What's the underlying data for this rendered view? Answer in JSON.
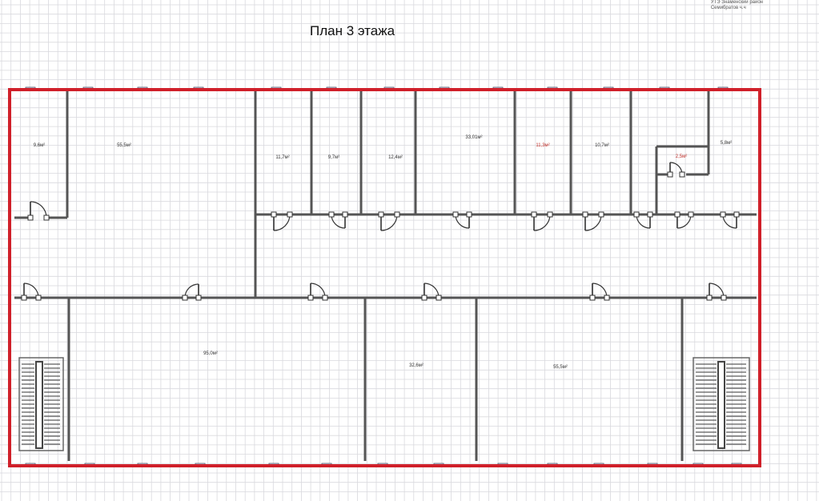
{
  "header": {
    "title": "План 3 этажа",
    "corner_line1": "УТЭ Знаменский район",
    "corner_line2": "Семибратов ч.ч"
  },
  "colors": {
    "outline": "#d0202a",
    "walls": "#555555",
    "grid": "#d9d9de",
    "highlight_label": "#c0302a"
  },
  "rooms": [
    {
      "id": "room-a",
      "area": "9,6м²"
    },
    {
      "id": "room-b",
      "area": "55,5м²"
    },
    {
      "id": "room-c",
      "area": "11,7м²"
    },
    {
      "id": "room-d",
      "area": "9,7м²"
    },
    {
      "id": "room-e",
      "area": "12,4м²"
    },
    {
      "id": "room-f",
      "area": "33,01м²"
    },
    {
      "id": "room-g",
      "area": "11,3м²",
      "highlight": true
    },
    {
      "id": "room-h",
      "area": "10,7м²"
    },
    {
      "id": "room-i",
      "area": "2,5м²",
      "highlight": true
    },
    {
      "id": "room-j",
      "area": "5,8м²"
    },
    {
      "id": "room-k",
      "area": "95,0м²"
    },
    {
      "id": "room-l",
      "area": "32,6м²"
    },
    {
      "id": "room-m",
      "area": "55,5м²"
    }
  ]
}
